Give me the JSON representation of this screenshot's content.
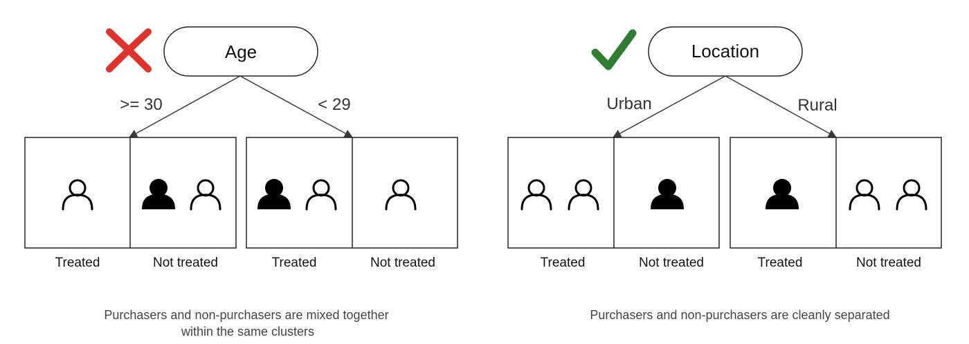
{
  "colors": {
    "wrong_mark": "#e0332b",
    "right_mark": "#2e7d32",
    "line": "#3a3a3a",
    "text": "#111111",
    "caption": "#444444"
  },
  "left_panel": {
    "verdict_icon": "cross-icon",
    "root_label": "Age",
    "branch_left_label": ">= 30",
    "branch_right_label": "< 29",
    "groups": [
      {
        "label": "Treated",
        "icons": [
          "outline-person-icon"
        ]
      },
      {
        "label": "Not treated",
        "icons": [
          "filled-person-icon",
          "outline-person-icon"
        ]
      },
      {
        "label": "Treated",
        "icons": [
          "filled-person-icon",
          "outline-person-icon"
        ]
      },
      {
        "label": "Not treated",
        "icons": [
          "outline-person-icon"
        ]
      }
    ],
    "caption_line1": "Purchasers and non-purchasers are mixed together",
    "caption_line2": "within the same clusters"
  },
  "right_panel": {
    "verdict_icon": "check-icon",
    "root_label": "Location",
    "branch_left_label": "Urban",
    "branch_right_label": "Rural",
    "groups": [
      {
        "label": "Treated",
        "icons": [
          "outline-person-icon",
          "outline-person-icon"
        ]
      },
      {
        "label": "Not treated",
        "icons": [
          "filled-person-icon"
        ]
      },
      {
        "label": "Treated",
        "icons": [
          "filled-person-icon"
        ]
      },
      {
        "label": "Not treated",
        "icons": [
          "outline-person-icon",
          "outline-person-icon"
        ]
      }
    ],
    "caption_line1": "Purchasers and non-purchasers are cleanly separated"
  }
}
